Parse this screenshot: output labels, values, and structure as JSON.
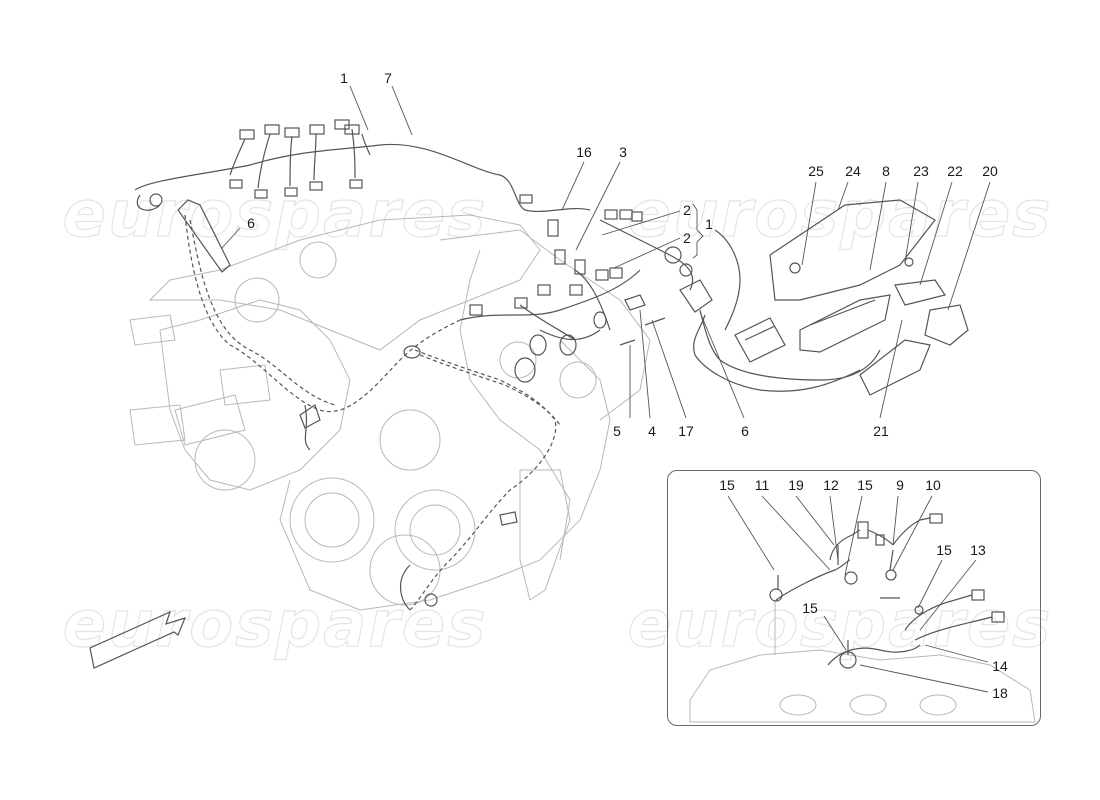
{
  "watermarks": [
    "eurospares",
    "eurospares",
    "eurospares",
    "eurospares"
  ],
  "callouts": {
    "c1_top": "1",
    "c7": "7",
    "c6_left": "6",
    "c16": "16",
    "c3": "3",
    "c2_upper": "2",
    "c2_lower": "2",
    "c1_right": "1",
    "c5": "5",
    "c4": "4",
    "c17": "17",
    "c6_lower": "6",
    "c25": "25",
    "c24": "24",
    "c8": "8",
    "c23": "23",
    "c22": "22",
    "c20": "20",
    "c21": "21"
  },
  "inset_callouts": {
    "c15_a": "15",
    "c11": "11",
    "c19": "19",
    "c12": "12",
    "c15_b": "15",
    "c9": "9",
    "c10": "10",
    "c15_c": "15",
    "c13": "13",
    "c15_d": "15",
    "c14": "14",
    "c18": "18"
  },
  "colors": {
    "line_art": "#555555",
    "faint_art": "#b8b8b8",
    "watermark": "#e2e2e2",
    "text": "#1a1a1a"
  }
}
